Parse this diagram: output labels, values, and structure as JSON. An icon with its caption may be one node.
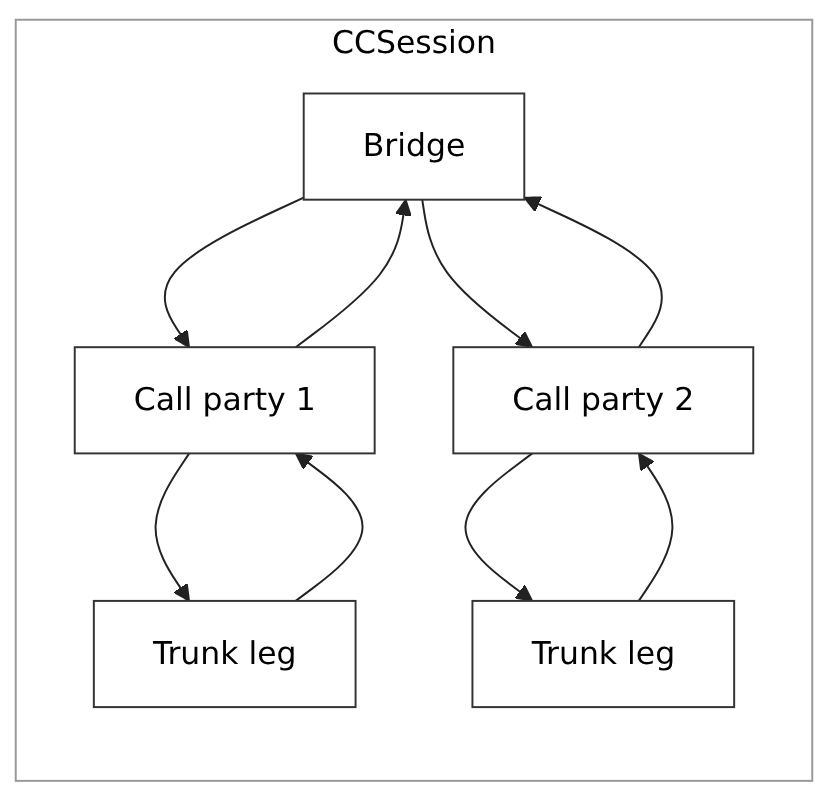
{
  "diagram": {
    "nodes": [
      {
        "text": [
          "CCSession"
        ]
      },
      {
        "text": [
          "Bridge"
        ],
        "in": 0
      },
      {
        "text": [
          "Call party 1"
        ],
        "in": 0
      },
      {
        "text": [
          "Call party 2"
        ],
        "in": 0
      },
      {
        "text": [
          "Trunk leg"
        ],
        "in": 0
      },
      {
        "text": [
          "Trunk leg"
        ],
        "in": 0
      }
    ],
    "edges": [
      {
        "from": 2,
        "to": 1,
        "arrow": "to"
      },
      {
        "from": 1,
        "to": 2,
        "arrow": "to"
      },
      {
        "from": 3,
        "to": 1,
        "arrow": "to"
      },
      {
        "from": 1,
        "to": 3,
        "arrow": "to"
      },
      {
        "from": 4,
        "to": 2,
        "arrow": "to"
      },
      {
        "from": 2,
        "to": 4,
        "arrow": "to"
      },
      {
        "from": 5,
        "to": 3,
        "arrow": "to"
      },
      {
        "from": 3,
        "to": 5,
        "arrow": "to"
      }
    ]
  }
}
